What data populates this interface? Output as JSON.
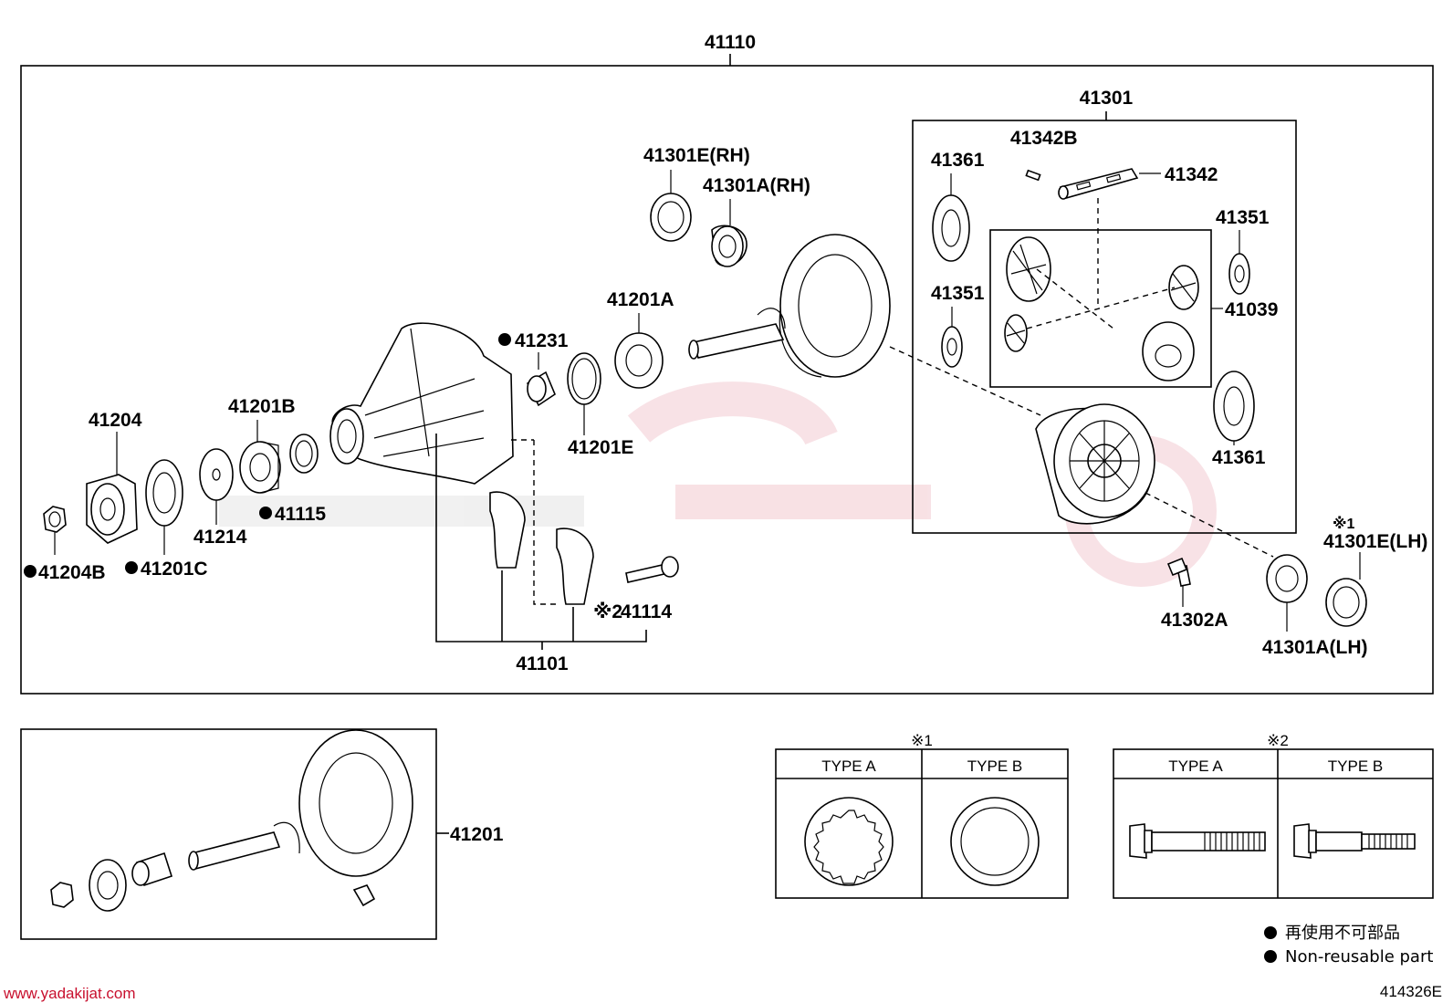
{
  "watermark_url": "www.yadakijat.com",
  "diagram_code": "414326E",
  "assembly_label": "41110",
  "diff_case_label": "41301",
  "pinion_gear_kit_label": "41201",
  "labels": {
    "p41301E_RH": "41301E(RH)",
    "p41301A_RH": "41301A(RH)",
    "p41342B": "41342B",
    "p41342": "41342",
    "p41361_top": "41361",
    "p41351_right": "41351",
    "p41351_left": "41351",
    "p41039": "41039",
    "p41361_bottom": "41361",
    "p41201A": "41201A",
    "p41231": "41231",
    "p41201E": "41201E",
    "p41201B": "41201B",
    "p41115": "41115",
    "p41204": "41204",
    "p41214": "41214",
    "p41201C": "41201C",
    "p41204B": "41204B",
    "p41114": "41114",
    "p41101": "41101",
    "p41302A": "41302A",
    "p41301A_LH": "41301A(LH)",
    "p41301E_LH": "41301E(LH)",
    "mark1_sup": "※1",
    "mark2_pre": "※2"
  },
  "tables": [
    {
      "mark": "※1",
      "col_a": "TYPE A",
      "col_b": "TYPE B"
    },
    {
      "mark": "※2",
      "col_a": "TYPE A",
      "col_b": "TYPE B"
    }
  ],
  "legend": {
    "japanese": "再使用不可部品",
    "english": "Non-reusable part"
  },
  "icons": [
    "non-reusable-dot-icon"
  ],
  "colors": {
    "line": "#000000",
    "watermark": "#c8102e"
  }
}
